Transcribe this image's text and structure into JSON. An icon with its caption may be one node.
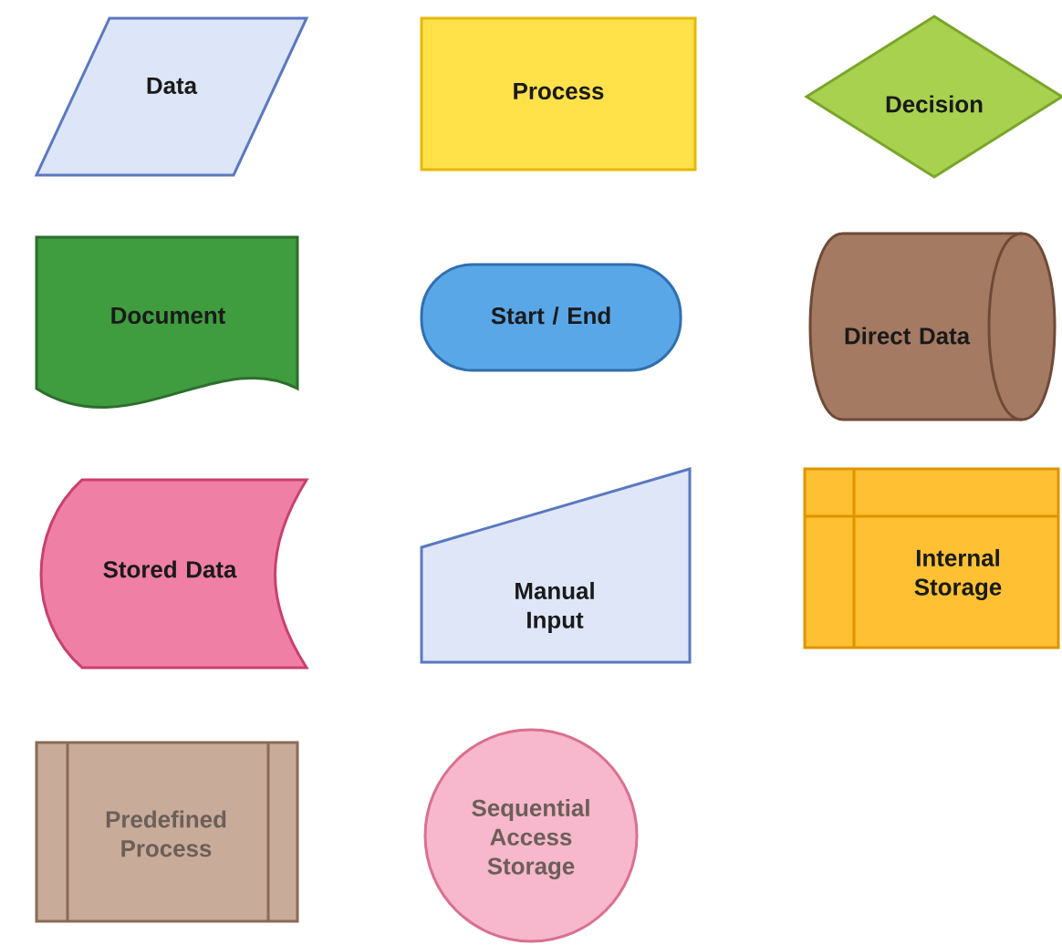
{
  "diagram": {
    "nodes": [
      {
        "text": [
          "Data"
        ]
      },
      {
        "text": [
          "Process"
        ]
      },
      {
        "text": [
          "Decision"
        ]
      },
      {
        "text": [
          "Document"
        ]
      },
      {
        "text": [
          "Start / End"
        ]
      },
      {
        "text": [
          "Direct Data"
        ]
      },
      {
        "text": [
          "Stored Data"
        ]
      },
      {
        "text": [
          "Manual Input"
        ]
      },
      {
        "text": [
          "Internal Storage"
        ]
      },
      {
        "text": [
          "Predefined Process"
        ]
      },
      {
        "text": [
          "Sequential Access Storage"
        ]
      }
    ]
  }
}
